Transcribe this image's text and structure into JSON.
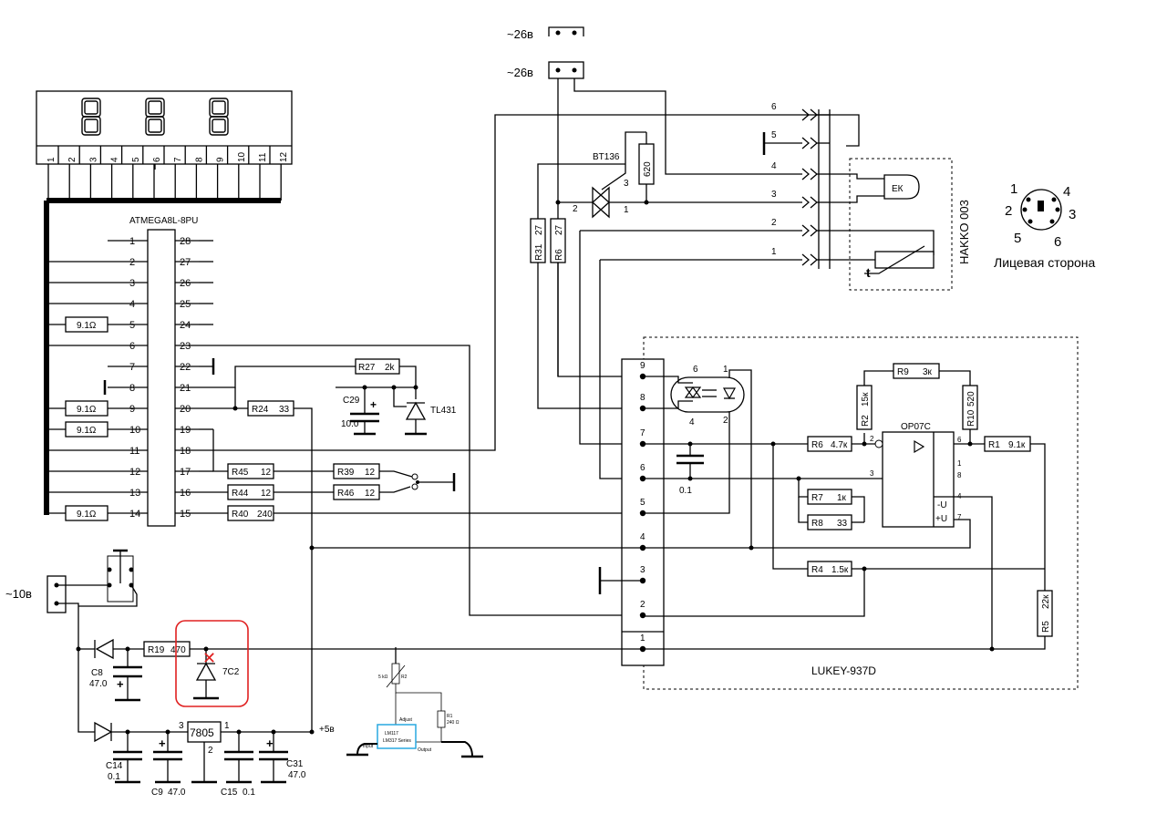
{
  "supply_26v": "~26в",
  "supply_26v_top": "~26в",
  "supply_10v": "~10в",
  "display_pins": [
    "1",
    "2",
    "3",
    "4",
    "5",
    "6",
    "7",
    "8",
    "9",
    "10",
    "11",
    "12"
  ],
  "mcu": {
    "name": "ATMEGA8L-8PU",
    "left_pins": [
      "1",
      "2",
      "3",
      "4",
      "5",
      "6",
      "7",
      "8",
      "9",
      "10",
      "11",
      "12",
      "13",
      "14"
    ],
    "right_pins": [
      "28",
      "27",
      "26",
      "25",
      "24",
      "23",
      "22",
      "21",
      "20",
      "19",
      "18",
      "17",
      "16",
      "15"
    ]
  },
  "resistors": {
    "r_seg5": "9.1Ω",
    "r_seg9": "9.1Ω",
    "r_seg10": "9.1Ω",
    "r_seg14": "9.1Ω",
    "r27": "R27",
    "r27v": "2k",
    "r24": "R24",
    "r24v": "33",
    "r45": "R45",
    "r45v": "12",
    "r39": "R39",
    "r39v": "12",
    "r44": "R44",
    "r44v": "12",
    "r46": "R46",
    "r46v": "12",
    "r40": "R40",
    "r40v": "240",
    "r31": "R31",
    "r31v": "27",
    "r6a": "R6",
    "r6av": "27",
    "r620": "620",
    "r9": "R9",
    "r9v": "3к",
    "r2": "R2",
    "r2v": "15к",
    "r10": "R10",
    "r10v": "520",
    "r6b": "R6",
    "r6bv": "4.7к",
    "r1": "R1",
    "r1v": "9.1к",
    "r7": "R7",
    "r7v": "1к",
    "r8": "R8",
    "r8v": "33",
    "r4": "R4",
    "r4v": "1.5к",
    "r5": "R5",
    "r5v": "22к",
    "r19": "R19",
    "r19v": "470"
  },
  "parts": {
    "c29": "C29",
    "c29v": "10.0",
    "tl431": "TL431",
    "bt136": "BT136",
    "c8": "C8",
    "c8v": "47.0",
    "zener": "7C2",
    "reg": "7805",
    "reg_in": "3",
    "reg_out": "1",
    "reg_gnd": "2",
    "c14": "C14",
    "c14v": "0.1",
    "c9": "C9",
    "c9v": "47.0",
    "c15": "C15",
    "c15v": "0.1",
    "c31": "C31",
    "c31v": "47.0",
    "p5v": "+5в",
    "cap_01": "0.1",
    "opamp": "OP07C",
    "opamp_pins": {
      "p2": "2",
      "p3": "3",
      "p6": "6",
      "p1": "1",
      "p8": "8",
      "p4": "4",
      "p7": "7",
      "nu": "-U",
      "pu": "+U"
    },
    "opto_pins": {
      "p6": "6",
      "p1": "1",
      "p4": "4",
      "p2": "2"
    },
    "triac_pins": {
      "p1": "1",
      "p2": "2",
      "p3": "3"
    }
  },
  "connector": {
    "name": "LUKEY-937D",
    "pins": [
      "9",
      "8",
      "7",
      "6",
      "5",
      "4",
      "3",
      "2",
      "1"
    ]
  },
  "handle": {
    "name": "HAKKO 003",
    "pins": [
      "6",
      "5",
      "4",
      "3",
      "2",
      "1"
    ],
    "heater": "ЕК",
    "sensor": "t"
  },
  "din": {
    "pins": [
      "1",
      "4",
      "2",
      "3",
      "5",
      "6"
    ],
    "caption": "Лицевая сторона"
  },
  "inset": {
    "chip_l1": "LM117",
    "chip_l2": "LM317 Series",
    "input": "Input",
    "output": "Output",
    "adjust": "Adjust",
    "pot": "5 kΩ",
    "pot_label": "R2",
    "r1": "R1",
    "r1v": "240 Ω"
  }
}
